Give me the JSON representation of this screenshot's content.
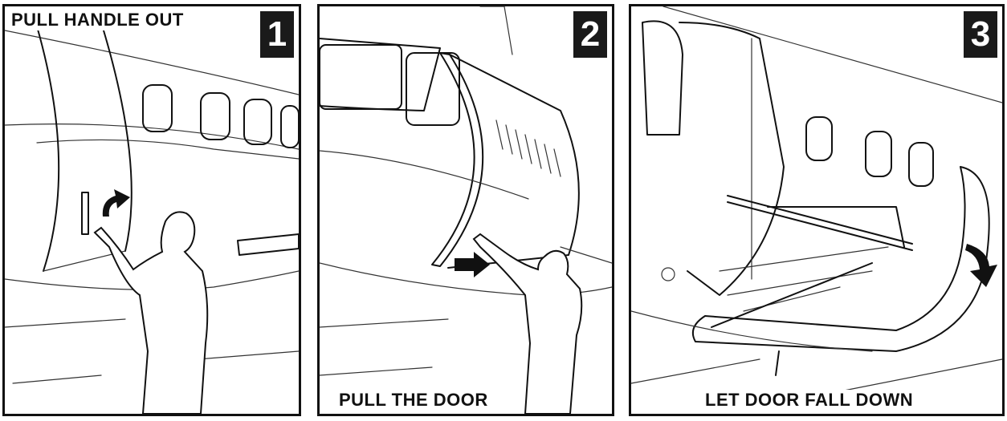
{
  "steps": [
    {
      "number": "1",
      "caption": "PULL HANDLE OUT"
    },
    {
      "number": "2",
      "caption": "PULL THE DOOR"
    },
    {
      "number": "3",
      "caption": "LET DOOR FALL DOWN"
    }
  ],
  "colors": {
    "ink": "#111111",
    "paper": "#ffffff"
  },
  "icons": [
    "curved-arrow-icon",
    "right-arrow-icon",
    "down-arrow-icon"
  ]
}
